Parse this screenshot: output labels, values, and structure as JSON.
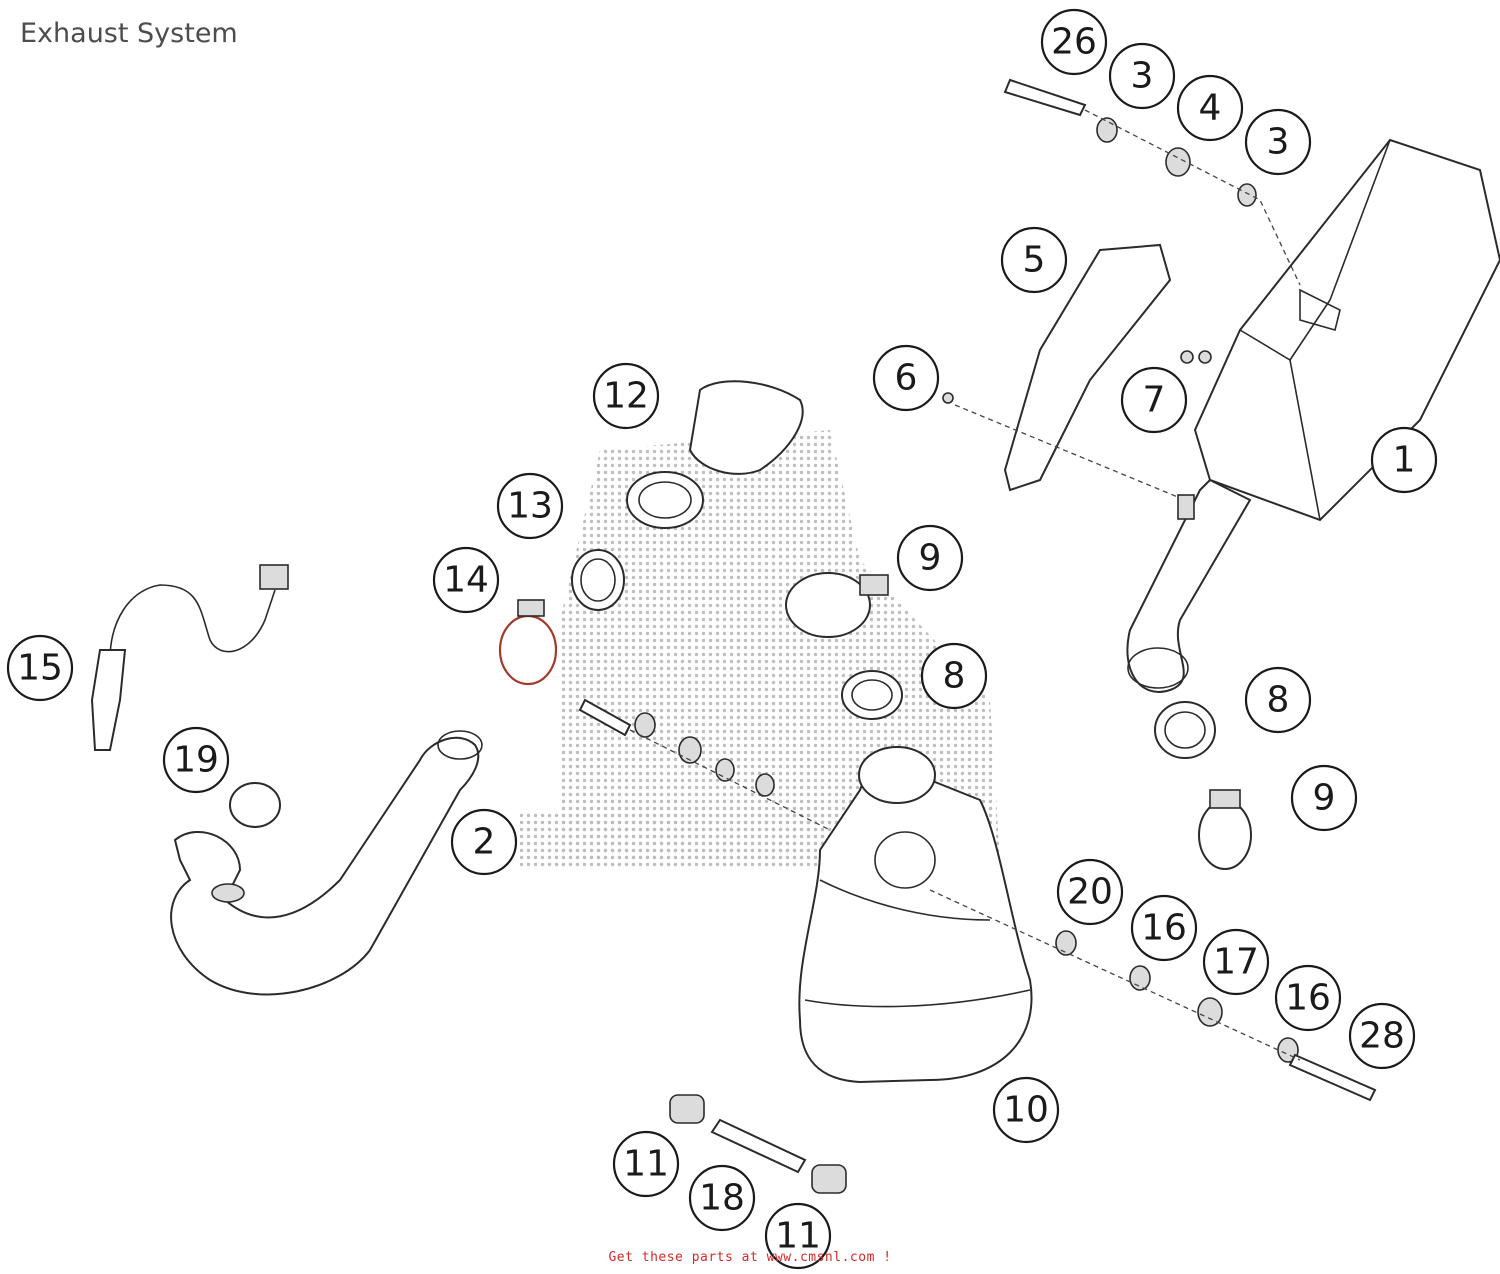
{
  "title": "Exhaust System",
  "footer": "Get these parts at www.cmsnl.com !",
  "callouts": [
    "26",
    "3",
    "4",
    "3",
    "5",
    "6",
    "7",
    "1",
    "12",
    "13",
    "14",
    "9",
    "8",
    "15",
    "19",
    "2",
    "8",
    "9",
    "20",
    "16",
    "17",
    "16",
    "28",
    "10",
    "11",
    "18",
    "11"
  ]
}
